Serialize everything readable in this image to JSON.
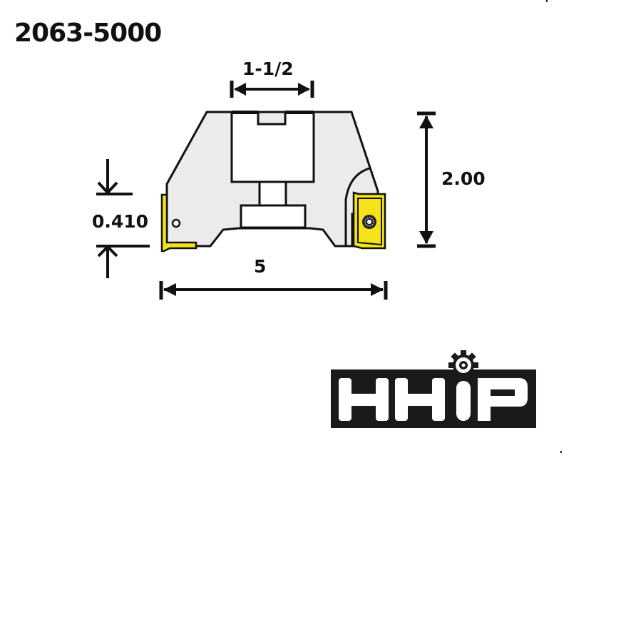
{
  "part_number": "2063-5000",
  "dimensions": {
    "arbor_bore": "1-1/2",
    "height": "2.00",
    "insert_height": "0.410",
    "cutter_diameter": "5"
  },
  "brand": {
    "name": "HHIP",
    "logo_bg": "#1a1a1a",
    "logo_fg": "#ffffff"
  },
  "colors": {
    "body_fill": "#ebebeb",
    "outline": "#111111",
    "insert_yellow": "#f5e31a"
  }
}
